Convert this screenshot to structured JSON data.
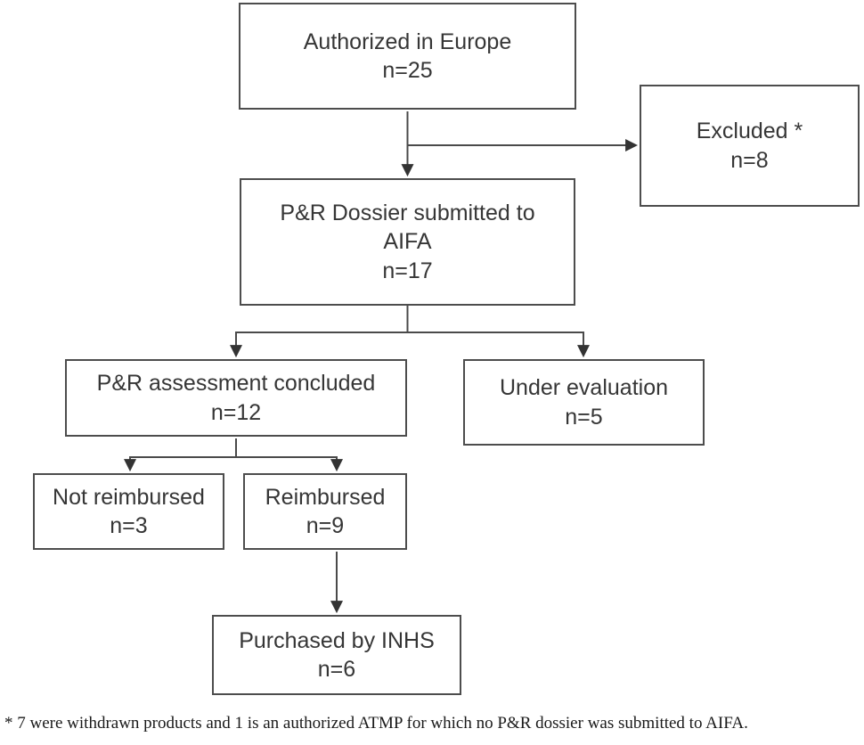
{
  "diagram": {
    "type": "flowchart",
    "nodes": {
      "authorized": {
        "label": "Authorized in Europe",
        "count": "n=25"
      },
      "excluded": {
        "label": "Excluded *",
        "count": "n=8"
      },
      "dossier": {
        "label": "P&R Dossier submitted to AIFA",
        "count": "n=17"
      },
      "concluded": {
        "label": "P&R assessment concluded",
        "count": "n=12"
      },
      "under_evaluation": {
        "label": "Under evaluation",
        "count": "n=5"
      },
      "not_reimbursed": {
        "label": "Not reimbursed",
        "count": "n=3"
      },
      "reimbursed": {
        "label": "Reimbursed",
        "count": "n=9"
      },
      "purchased": {
        "label": "Purchased by INHS",
        "count": "n=6"
      }
    },
    "edges": [
      "authorized -> dossier",
      "authorized -> excluded",
      "dossier -> concluded",
      "dossier -> under_evaluation",
      "concluded -> not_reimbursed",
      "concluded -> reimbursed",
      "reimbursed -> purchased"
    ],
    "footnote": "* 7 were withdrawn products and 1 is an authorized ATMP for which no P&R dossier was submitted to AIFA."
  },
  "colors": {
    "border": "#4d4d4d",
    "text": "#363636",
    "line": "#4a4a4a",
    "arrow": "#333333",
    "background": "#ffffff",
    "footnote_text": "#1a1a1a"
  }
}
